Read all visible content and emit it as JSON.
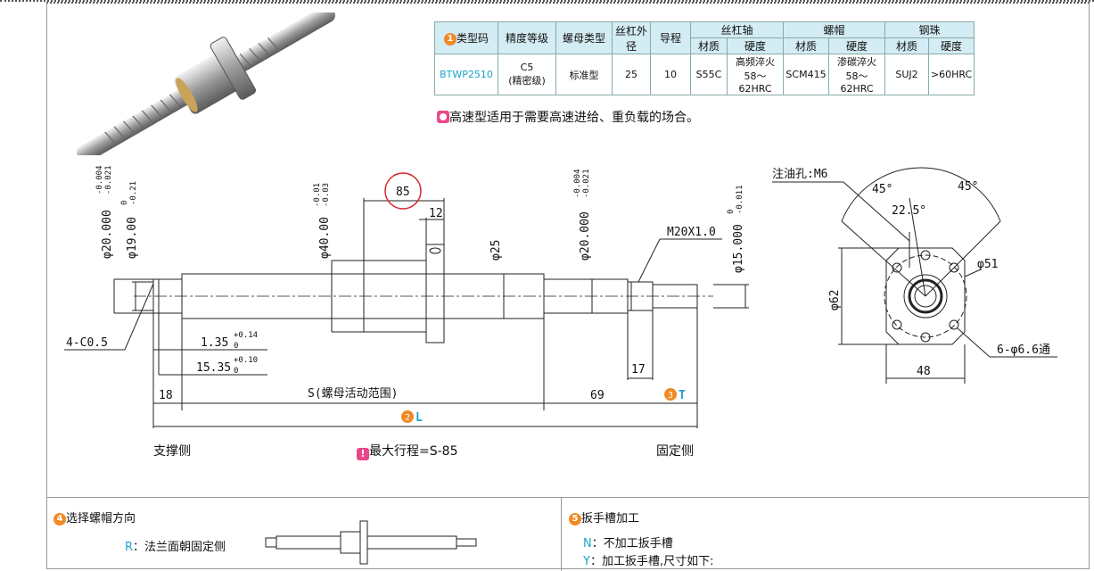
{
  "table": {
    "headers": {
      "model_code": "类型码",
      "precision": "精度等级",
      "nut_type": "螺母类型",
      "shaft_od": "丝杠外径",
      "lead": "导程",
      "shaft_group": "丝杠轴",
      "nut_group": "螺帽",
      "ball_group": "钢珠",
      "material": "材质",
      "hardness": "硬度"
    },
    "row": {
      "model_code": "BTWP2510",
      "precision_1": "C5",
      "precision_2": "(精密级)",
      "nut_type": "标准型",
      "shaft_od": "25",
      "lead": "10",
      "shaft_material": "S55C",
      "shaft_hardness_1": "高频淬火",
      "shaft_hardness_2": "58～62HRC",
      "nut_material": "SCM415",
      "nut_hardness_1": "渗碳淬火",
      "nut_hardness_2": "58～62HRC",
      "ball_material": "SUJ2",
      "ball_hardness": ">60HRC"
    }
  },
  "note_text": "高速型适用于需要高速进给、重负载的场合。",
  "drawing": {
    "dim_85": "85",
    "dim_12": "12",
    "dim_phi20_left": "φ20.000",
    "tol_phi20_left_up": "-0.004",
    "tol_phi20_left_low": "-0.021",
    "dim_phi19": "φ19.00",
    "tol_phi19_up": "0",
    "tol_phi19_low": "-0.21",
    "dim_phi40": "φ40.00",
    "tol_phi40_up": "-0.01",
    "tol_phi40_low": "-0.03",
    "dim_phi25": "φ25",
    "dim_phi20_right": "φ20.000",
    "tol_phi20_right_up": "-0.004",
    "tol_phi20_right_low": "-0.021",
    "dim_phi15": "φ15.000",
    "tol_phi15_up": "0",
    "tol_phi15_low": "-0.011",
    "thread": "M20X1.0",
    "chamfer": "4-C0.5",
    "dim_135": "1.35",
    "tol_135_up": "+0.14",
    "tol_135_low": "0",
    "dim_1535": "15.35",
    "tol_1535_up": "+0.10",
    "tol_1535_low": "0",
    "dim_17": "17",
    "dim_18": "18",
    "dim_S": "S(螺母活动范围)",
    "dim_69": "69",
    "label_T": "T",
    "label_L": "L",
    "num_2": "2",
    "num_3": "3",
    "support_side": "支撑侧",
    "fixed_side": "固定侧",
    "max_stroke": "最大行程=S-85"
  },
  "flange": {
    "oil_hole": "注油孔:M6",
    "angle_45_left": "45°",
    "angle_45_right": "45°",
    "angle_225": "22.5°",
    "dim_phi51": "φ51",
    "dim_phi62": "φ62",
    "holes": "6-φ6.6通",
    "dim_48": "48"
  },
  "section4": {
    "num": "4",
    "title": "选择螺帽方向",
    "r_key": "R",
    "r_text": "：法兰面朝固定侧"
  },
  "section5": {
    "num": "5",
    "title": "扳手槽加工",
    "n_key": "N",
    "n_text": "：不加工扳手槽",
    "y_key": "Y",
    "y_text": "：加工扳手槽,尺寸如下:"
  },
  "num_1": "1",
  "colors": {
    "accent_cyan": "#1aa3c9",
    "accent_orange": "#f08a24",
    "table_header": "#d4ecf3",
    "callout_red": "#d9262c"
  }
}
